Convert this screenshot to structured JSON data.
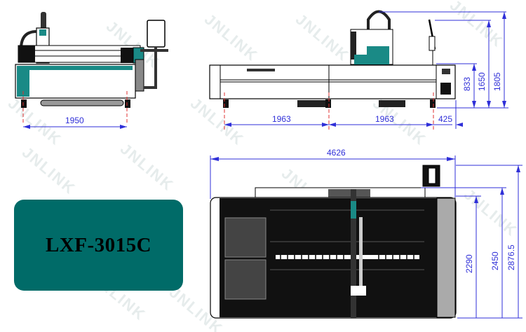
{
  "model": {
    "name": "LXF-3015C",
    "badge_color": "#006b68"
  },
  "watermark": {
    "text": "JNLINK"
  },
  "colors": {
    "dimension": "#2f2fd8",
    "machine_teal": "#1a8a86",
    "center_mark": "#e03030",
    "outline": "#000000"
  },
  "front_view": {
    "width_label": "1950"
  },
  "side_view": {
    "spacing_1_label": "1963",
    "spacing_2_label": "1963",
    "overhang_label": "425",
    "height_table_label": "833",
    "height_screen_label": "1650",
    "height_total_label": "1805"
  },
  "top_view": {
    "length_label": "4626",
    "depth_table_label": "2290",
    "depth_frame_label": "2450",
    "depth_total_label": "2876.5"
  }
}
